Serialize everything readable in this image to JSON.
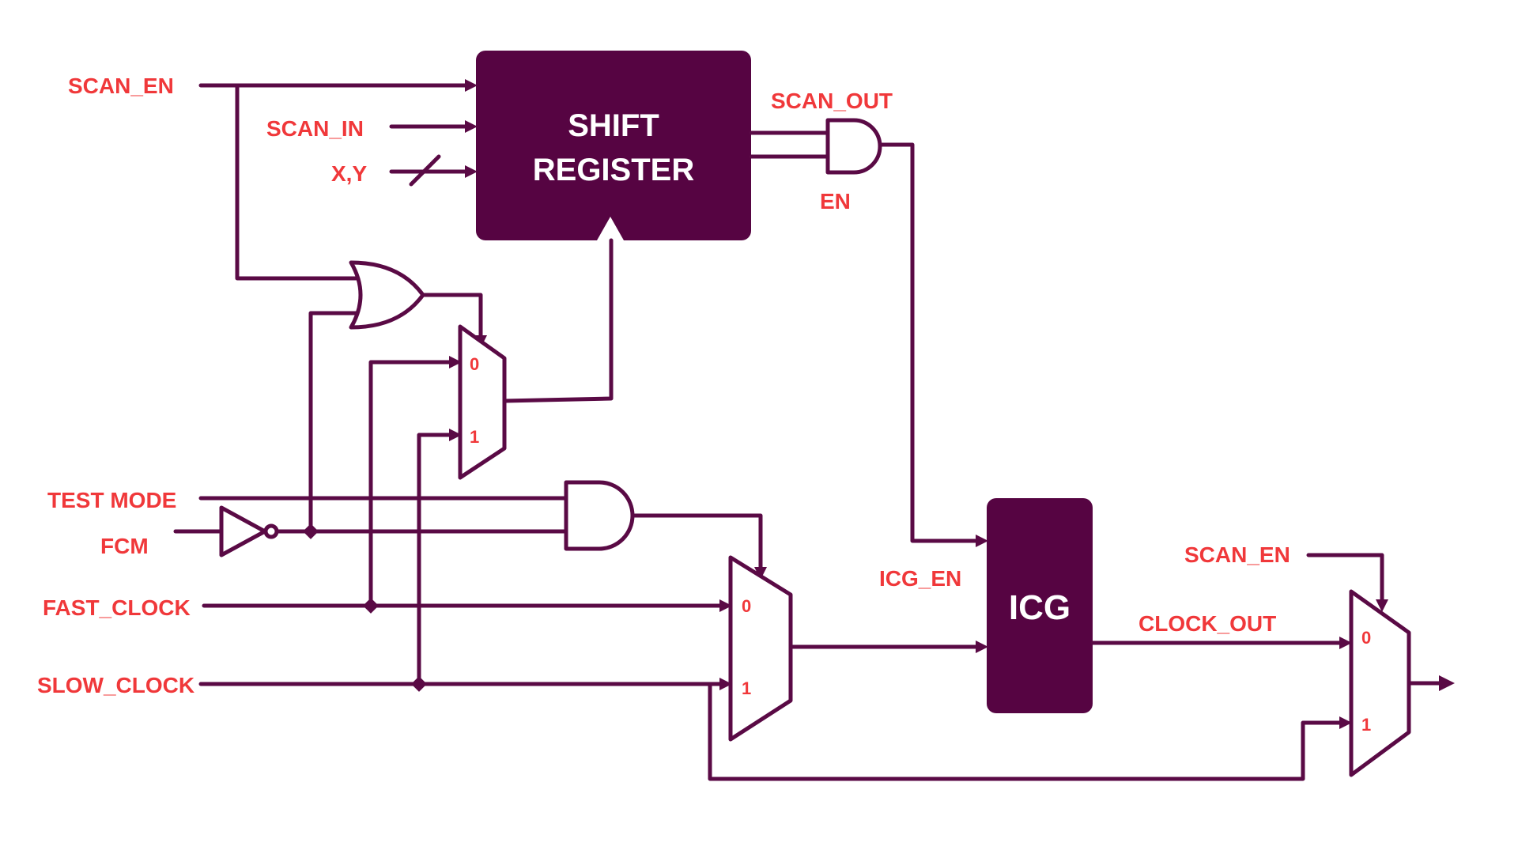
{
  "colors": {
    "wire": "#5a0a45",
    "block": "#560442",
    "label": "#f0383a",
    "block_text": "#ffffff"
  },
  "blocks": {
    "shift_register": {
      "line1": "SHIFT",
      "line2": "REGISTER"
    },
    "icg": {
      "label": "ICG"
    }
  },
  "signals": {
    "scan_en": "SCAN_EN",
    "scan_in": "SCAN_IN",
    "xy": "X,Y",
    "scan_out": "SCAN_OUT",
    "en": "EN",
    "test_mode": "TEST MODE",
    "fcm": "FCM",
    "fast_clock": "FAST_CLOCK",
    "slow_clock": "SLOW_CLOCK",
    "icg_en": "ICG_EN",
    "scan_en_right": "SCAN_EN",
    "clock_out": "CLOCK_OUT"
  },
  "mux_inputs": {
    "mux1_in0": "0",
    "mux1_in1": "1",
    "mux2_in0": "0",
    "mux2_in1": "1",
    "mux3_in0": "0",
    "mux3_in1": "1"
  },
  "gates": [
    "or-gate",
    "and-gate-test-mode",
    "and-gate-scan-out",
    "inverter-fcm"
  ]
}
